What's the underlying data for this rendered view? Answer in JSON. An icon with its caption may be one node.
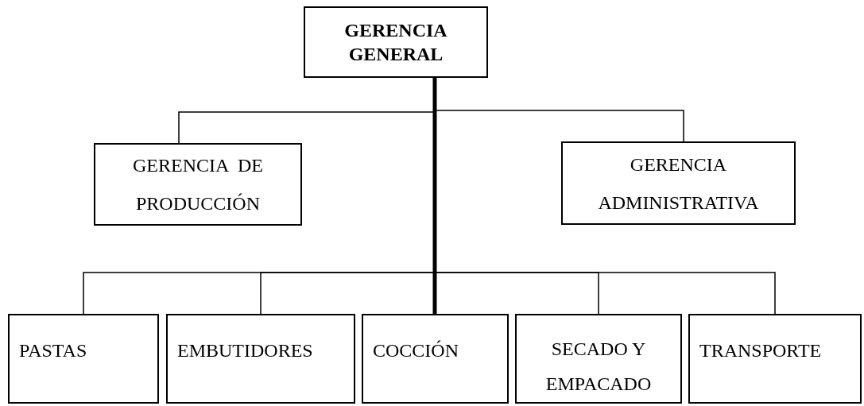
{
  "diagram": {
    "nodes": [
      {
        "text": [
          "GERENCIA GENERAL"
        ]
      },
      {
        "text": [
          "GERENCIA  DE PRODUCCIÓN"
        ]
      },
      {
        "text": [
          "GERENCIA ADMINISTRATIVA"
        ]
      },
      {
        "text": [
          "PASTAS"
        ]
      },
      {
        "text": [
          "EMBUTIDORES"
        ]
      },
      {
        "text": [
          "COCCIÓN"
        ]
      },
      {
        "text": [
          "SECADO Y EMPACADO"
        ]
      },
      {
        "text": [
          "TRANSPORTE"
        ]
      }
    ],
    "edges": [
      {
        "from": 0,
        "to": 1,
        "arrow": "none"
      },
      {
        "from": 0,
        "to": 2,
        "arrow": "none"
      },
      {
        "from": 0,
        "to": 3,
        "arrow": "none"
      },
      {
        "from": 0,
        "to": 4,
        "arrow": "none"
      },
      {
        "from": 0,
        "to": 5,
        "arrow": "none",
        "style": "thick"
      },
      {
        "from": 0,
        "to": 6,
        "arrow": "none"
      },
      {
        "from": 0,
        "to": 7,
        "arrow": "none"
      }
    ]
  }
}
